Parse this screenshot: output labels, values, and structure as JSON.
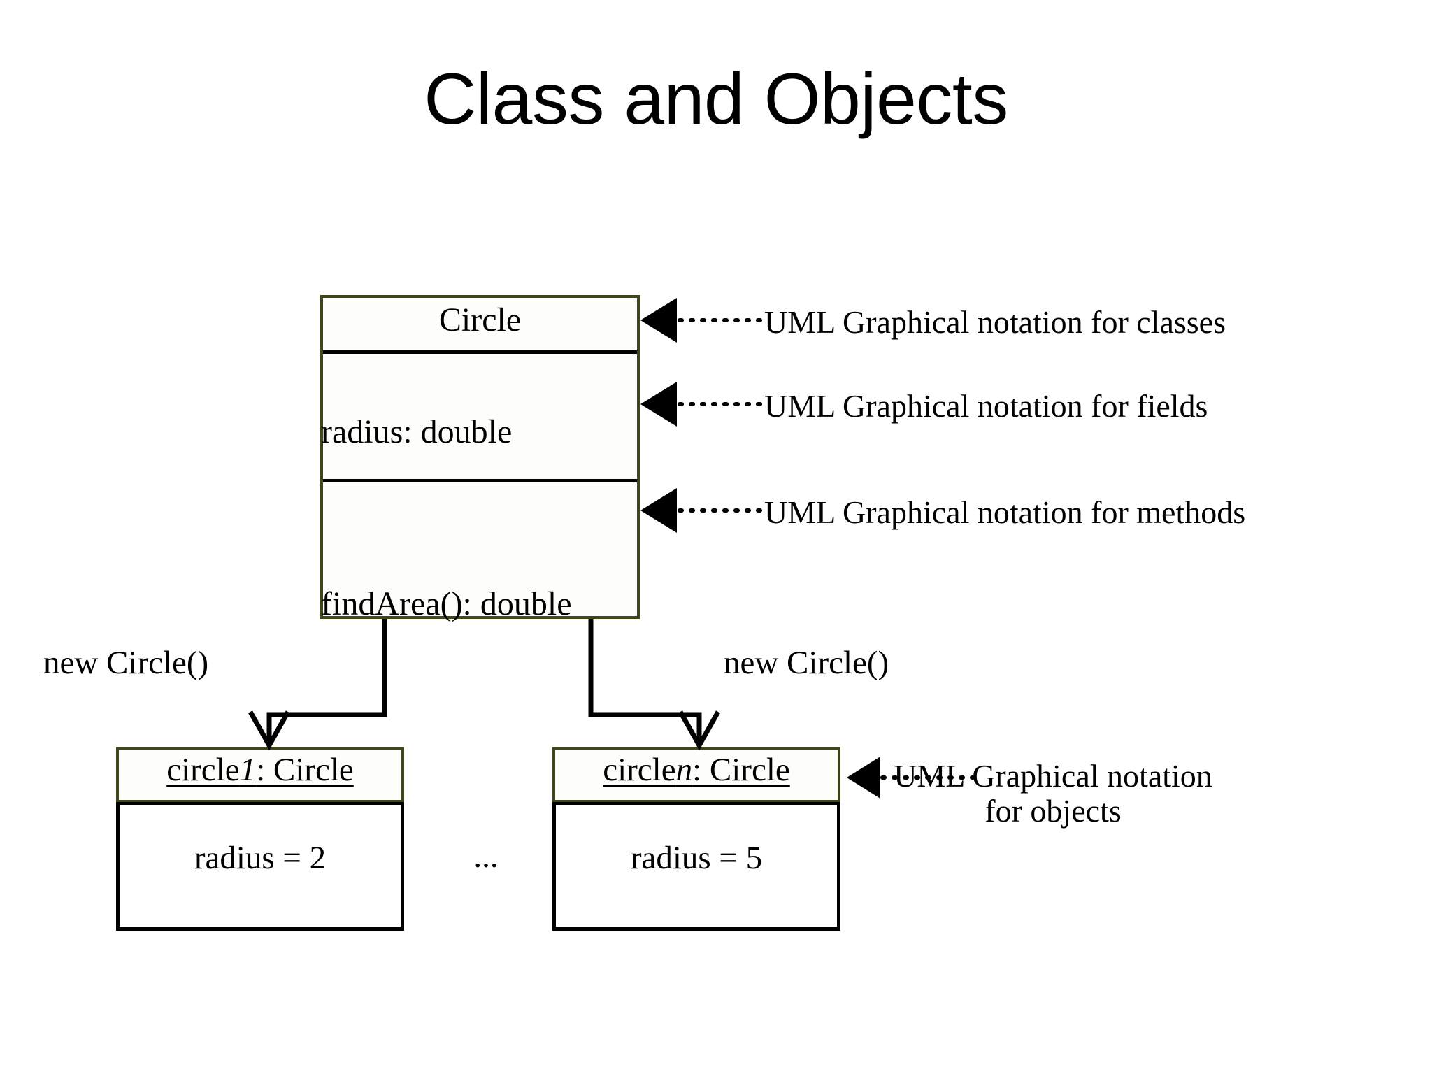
{
  "slide": {
    "title": "Class and Objects",
    "background_color": "#ffffff",
    "accent_border_color": "#41441c",
    "line_color": "#000000"
  },
  "class_box": {
    "name": "Circle",
    "fields": "radius: double",
    "methods": "findArea(): double"
  },
  "objects": [
    {
      "instance_name": "circle",
      "instance_index": "1",
      "class_suffix": ": Circle",
      "attribute": "radius = 2",
      "creation_label": "new Circle()"
    },
    {
      "instance_name": "circle",
      "instance_index": "n",
      "class_suffix": ": Circle",
      "attribute": "radius = 5",
      "creation_label": "new Circle()"
    }
  ],
  "objects_separator": "...",
  "callouts": {
    "classes": "UML Graphical notation for classes",
    "fields": "UML Graphical notation for fields",
    "methods": "UML Graphical notation for methods",
    "objects_line1": "UML Graphical notation",
    "objects_line2": "for objects"
  }
}
